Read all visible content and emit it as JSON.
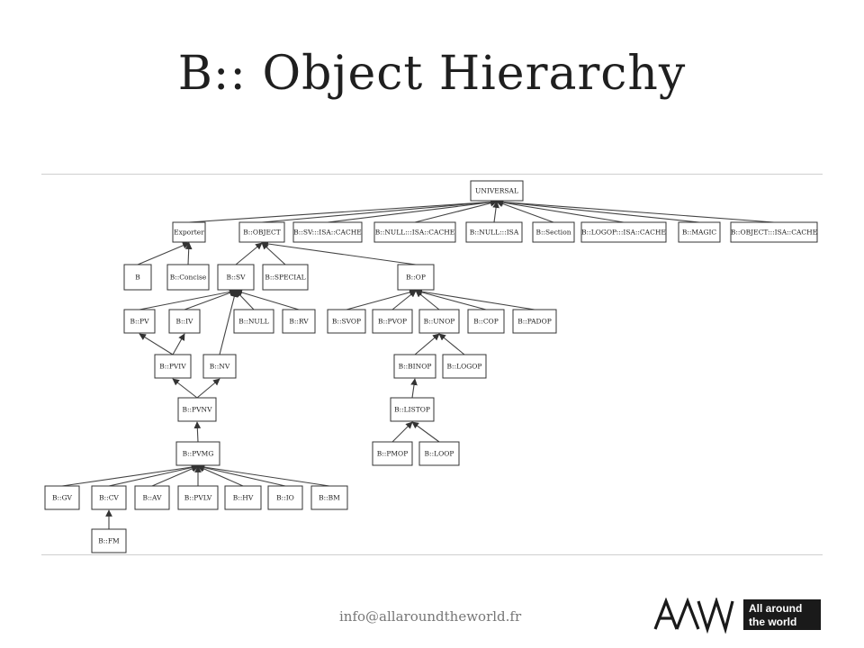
{
  "slide": {
    "title": "B:: Object Hierarchy",
    "footer_email": "info@allaroundtheworld.fr"
  },
  "logo": {
    "mark": "AAW",
    "line1": "All around",
    "line2": "the world"
  },
  "colors": {
    "title": "#1f1f1f",
    "node_border": "#333333",
    "edge": "#444444",
    "footer": "#777777",
    "logo": "#1a1a1a"
  },
  "diagram": {
    "nodes": [
      {
        "id": "UNIVERSAL",
        "label": "UNIVERSAL"
      },
      {
        "id": "Exporter",
        "label": "Exporter"
      },
      {
        "id": "B_OBJECT",
        "label": "B::OBJECT"
      },
      {
        "id": "B_SV_ISA_CACHE",
        "label": "B::SV:::ISA::CACHE"
      },
      {
        "id": "B_NULL_ISA_CACHE",
        "label": "B::NULL:::ISA::CACHE"
      },
      {
        "id": "B_NULL_ISA",
        "label": "B::NULL:::ISA"
      },
      {
        "id": "B_Section",
        "label": "B::Section"
      },
      {
        "id": "B_LOGOP_ISA_CACHE",
        "label": "B::LOGOP:::ISA::CACHE"
      },
      {
        "id": "B_MAGIC",
        "label": "B::MAGIC"
      },
      {
        "id": "B_OBJECT_ISA_CACHE",
        "label": "B::OBJECT:::ISA::CACHE"
      },
      {
        "id": "B",
        "label": "B"
      },
      {
        "id": "B_Concise",
        "label": "B::Concise"
      },
      {
        "id": "B_SV",
        "label": "B::SV"
      },
      {
        "id": "B_SPECIAL",
        "label": "B::SPECIAL"
      },
      {
        "id": "B_OP",
        "label": "B::OP"
      },
      {
        "id": "B_PV",
        "label": "B::PV"
      },
      {
        "id": "B_IV",
        "label": "B::IV"
      },
      {
        "id": "B_NULL",
        "label": "B::NULL"
      },
      {
        "id": "B_RV",
        "label": "B::RV"
      },
      {
        "id": "B_SVOP",
        "label": "B::SVOP"
      },
      {
        "id": "B_PVOP",
        "label": "B::PVOP"
      },
      {
        "id": "B_UNOP",
        "label": "B::UNOP"
      },
      {
        "id": "B_COP",
        "label": "B::COP"
      },
      {
        "id": "B_PADOP",
        "label": "B::PADOP"
      },
      {
        "id": "B_PVIV",
        "label": "B::PVIV"
      },
      {
        "id": "B_NV",
        "label": "B::NV"
      },
      {
        "id": "B_BINOP",
        "label": "B::BINOP"
      },
      {
        "id": "B_LOGOP",
        "label": "B::LOGOP"
      },
      {
        "id": "B_PVNV",
        "label": "B::PVNV"
      },
      {
        "id": "B_LISTOP",
        "label": "B::LISTOP"
      },
      {
        "id": "B_PVMG",
        "label": "B::PVMG"
      },
      {
        "id": "B_PMOP",
        "label": "B::PMOP"
      },
      {
        "id": "B_LOOP",
        "label": "B::LOOP"
      },
      {
        "id": "B_GV",
        "label": "B::GV"
      },
      {
        "id": "B_CV",
        "label": "B::CV"
      },
      {
        "id": "B_AV",
        "label": "B::AV"
      },
      {
        "id": "B_PVLV",
        "label": "B::PVLV"
      },
      {
        "id": "B_HV",
        "label": "B::HV"
      },
      {
        "id": "B_IO",
        "label": "B::IO"
      },
      {
        "id": "B_BM",
        "label": "B::BM"
      },
      {
        "id": "B_FM",
        "label": "B::FM"
      }
    ],
    "edges": [
      [
        "Exporter",
        "UNIVERSAL"
      ],
      [
        "B_OBJECT",
        "UNIVERSAL"
      ],
      [
        "B_SV_ISA_CACHE",
        "UNIVERSAL"
      ],
      [
        "B_NULL_ISA_CACHE",
        "UNIVERSAL"
      ],
      [
        "B_NULL_ISA",
        "UNIVERSAL"
      ],
      [
        "B_Section",
        "UNIVERSAL"
      ],
      [
        "B_LOGOP_ISA_CACHE",
        "UNIVERSAL"
      ],
      [
        "B_MAGIC",
        "UNIVERSAL"
      ],
      [
        "B_OBJECT_ISA_CACHE",
        "UNIVERSAL"
      ],
      [
        "B",
        "Exporter"
      ],
      [
        "B_Concise",
        "Exporter"
      ],
      [
        "B_SV",
        "B_OBJECT"
      ],
      [
        "B_SPECIAL",
        "B_OBJECT"
      ],
      [
        "B_OP",
        "B_OBJECT"
      ],
      [
        "B_PV",
        "B_SV"
      ],
      [
        "B_IV",
        "B_SV"
      ],
      [
        "B_NULL",
        "B_SV"
      ],
      [
        "B_RV",
        "B_SV"
      ],
      [
        "B_NV",
        "B_SV"
      ],
      [
        "B_SVOP",
        "B_OP"
      ],
      [
        "B_PVOP",
        "B_OP"
      ],
      [
        "B_UNOP",
        "B_OP"
      ],
      [
        "B_COP",
        "B_OP"
      ],
      [
        "B_PADOP",
        "B_OP"
      ],
      [
        "B_PVIV",
        "B_PV"
      ],
      [
        "B_PVIV",
        "B_IV"
      ],
      [
        "B_PVNV",
        "B_PVIV"
      ],
      [
        "B_PVNV",
        "B_NV"
      ],
      [
        "B_BINOP",
        "B_UNOP"
      ],
      [
        "B_LOGOP",
        "B_UNOP"
      ],
      [
        "B_LISTOP",
        "B_BINOP"
      ],
      [
        "B_PMOP",
        "B_LISTOP"
      ],
      [
        "B_LOOP",
        "B_LISTOP"
      ],
      [
        "B_PVMG",
        "B_PVNV"
      ],
      [
        "B_GV",
        "B_PVMG"
      ],
      [
        "B_CV",
        "B_PVMG"
      ],
      [
        "B_AV",
        "B_PVMG"
      ],
      [
        "B_PVLV",
        "B_PVMG"
      ],
      [
        "B_HV",
        "B_PVMG"
      ],
      [
        "B_IO",
        "B_PVMG"
      ],
      [
        "B_BM",
        "B_PVMG"
      ],
      [
        "B_FM",
        "B_CV"
      ]
    ]
  }
}
